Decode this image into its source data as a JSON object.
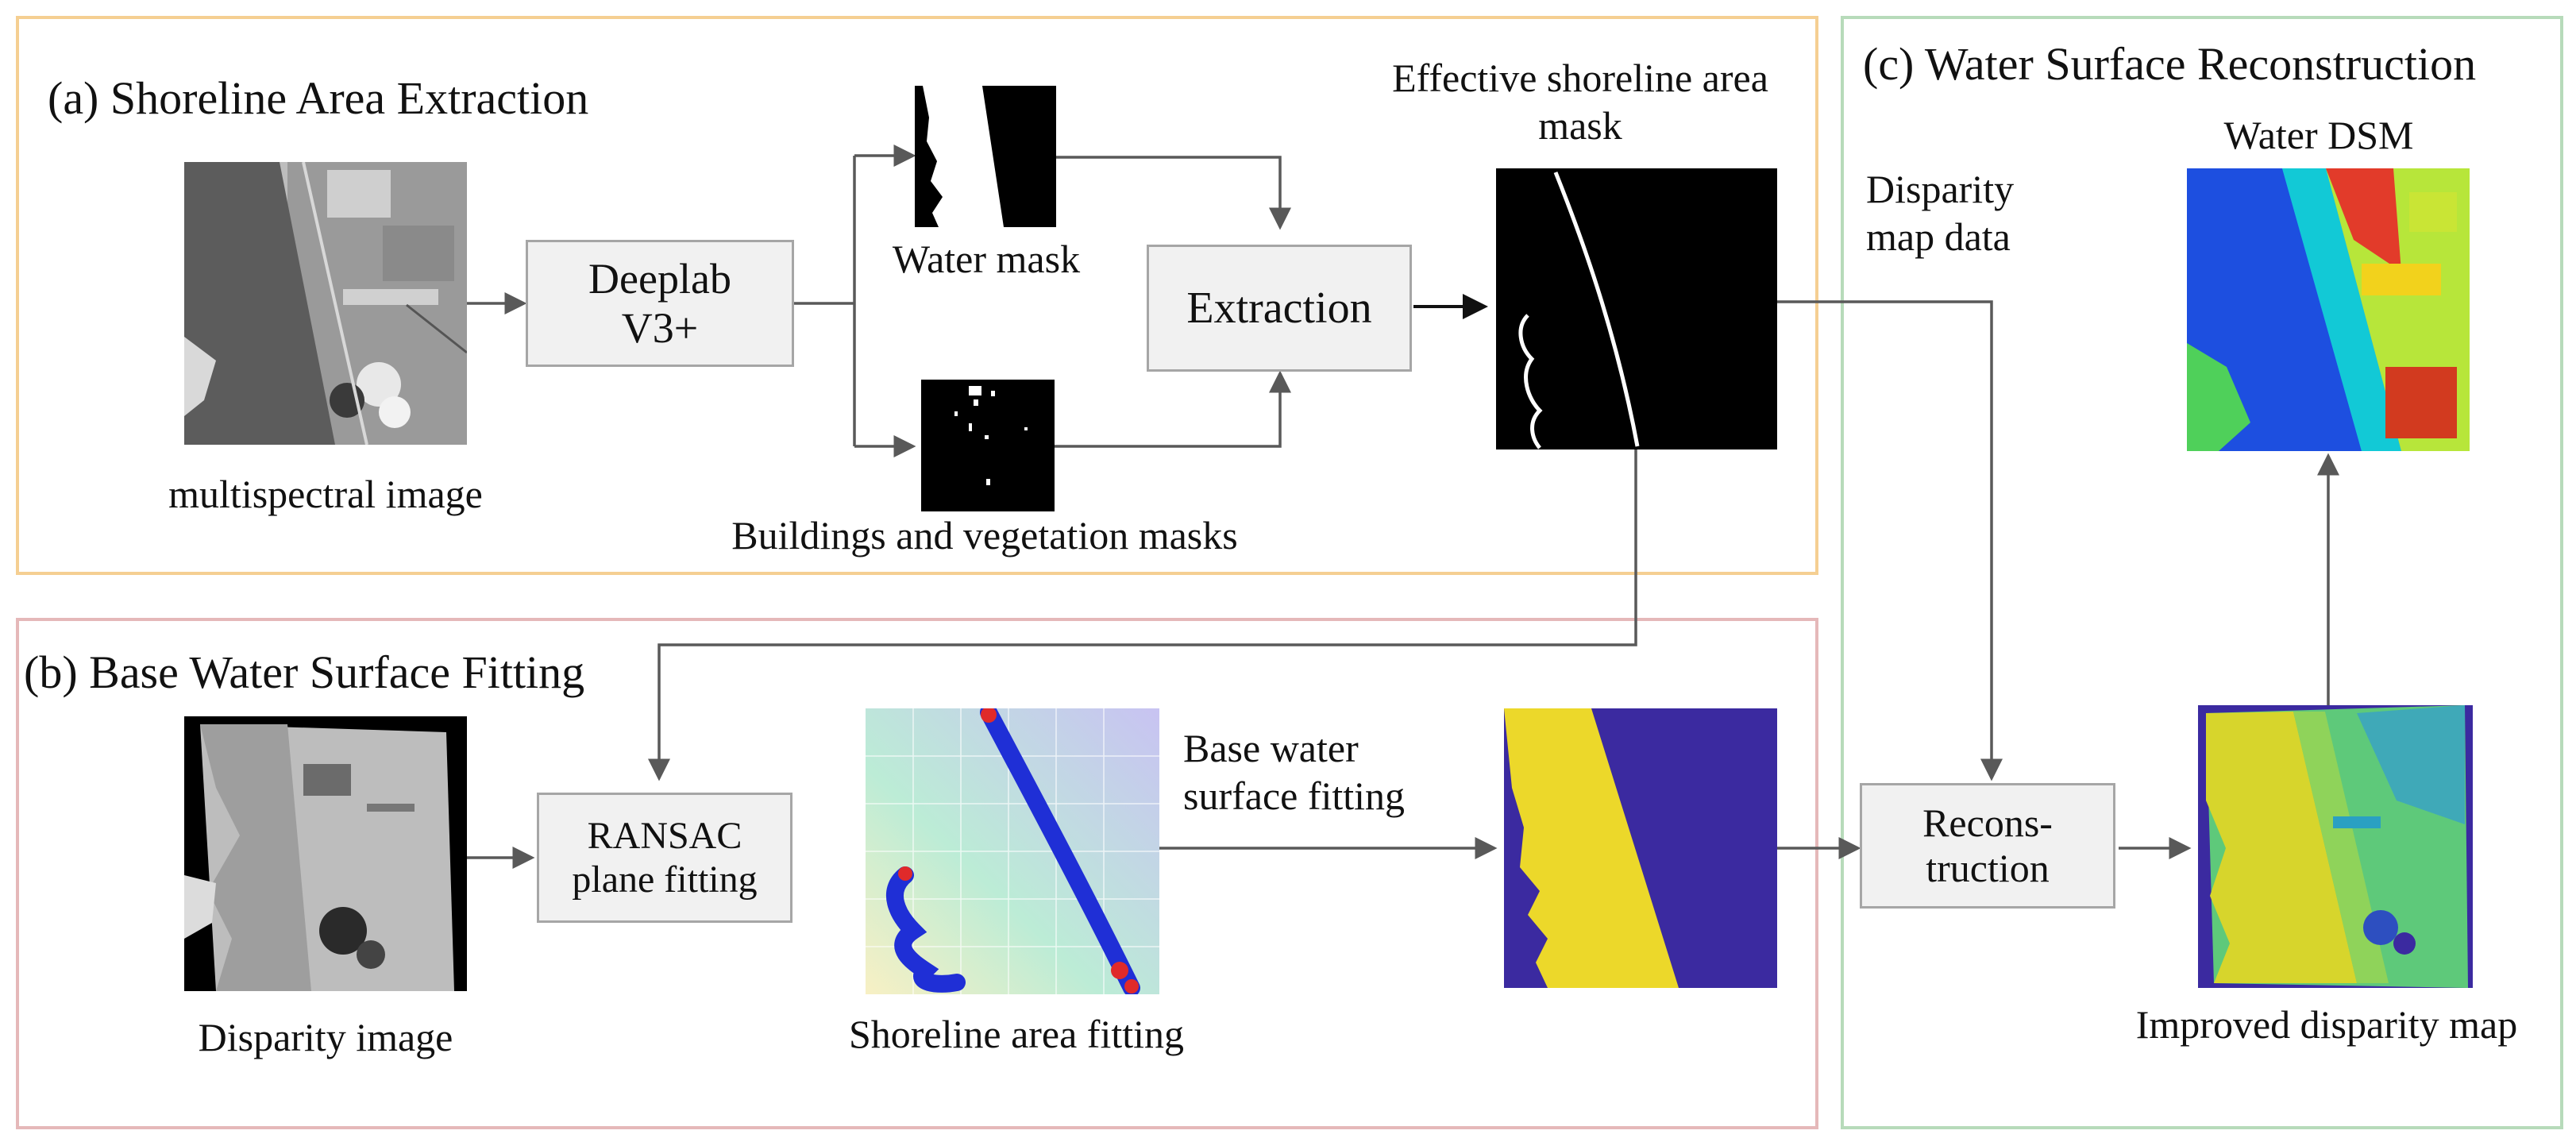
{
  "panels": {
    "a": {
      "title": "(a) Shoreline Area Extraction"
    },
    "b": {
      "title": "(b) Base Water Surface Fitting"
    },
    "c": {
      "title": "(c) Water Surface Reconstruction"
    }
  },
  "boxes": {
    "deeplab": "Deeplab\nV3+",
    "extraction": "Extraction",
    "ransac": "RANSAC\nplane fitting",
    "reconstruction": "Recons-\ntruction"
  },
  "labels": {
    "multispectral": "multispectral image",
    "water_mask": "Water mask",
    "buildings_mask": "Buildings and vegetation masks",
    "effective_mask": "Effective shoreline area\nmask",
    "disparity_map_data": "Disparity\nmap data",
    "water_dsm": "Water DSM",
    "disparity_image": "Disparity image",
    "shoreline_fitting": "Shoreline area fitting",
    "base_water_fitting": "Base water\nsurface fitting",
    "improved_disparity": "Improved disparity map"
  },
  "colors": {
    "panel_a_border": "#f5cf92",
    "panel_b_border": "#e5b8b9",
    "panel_c_border": "#b7dbba",
    "box_fill": "#f1f1f1",
    "arrow": "#595959"
  }
}
